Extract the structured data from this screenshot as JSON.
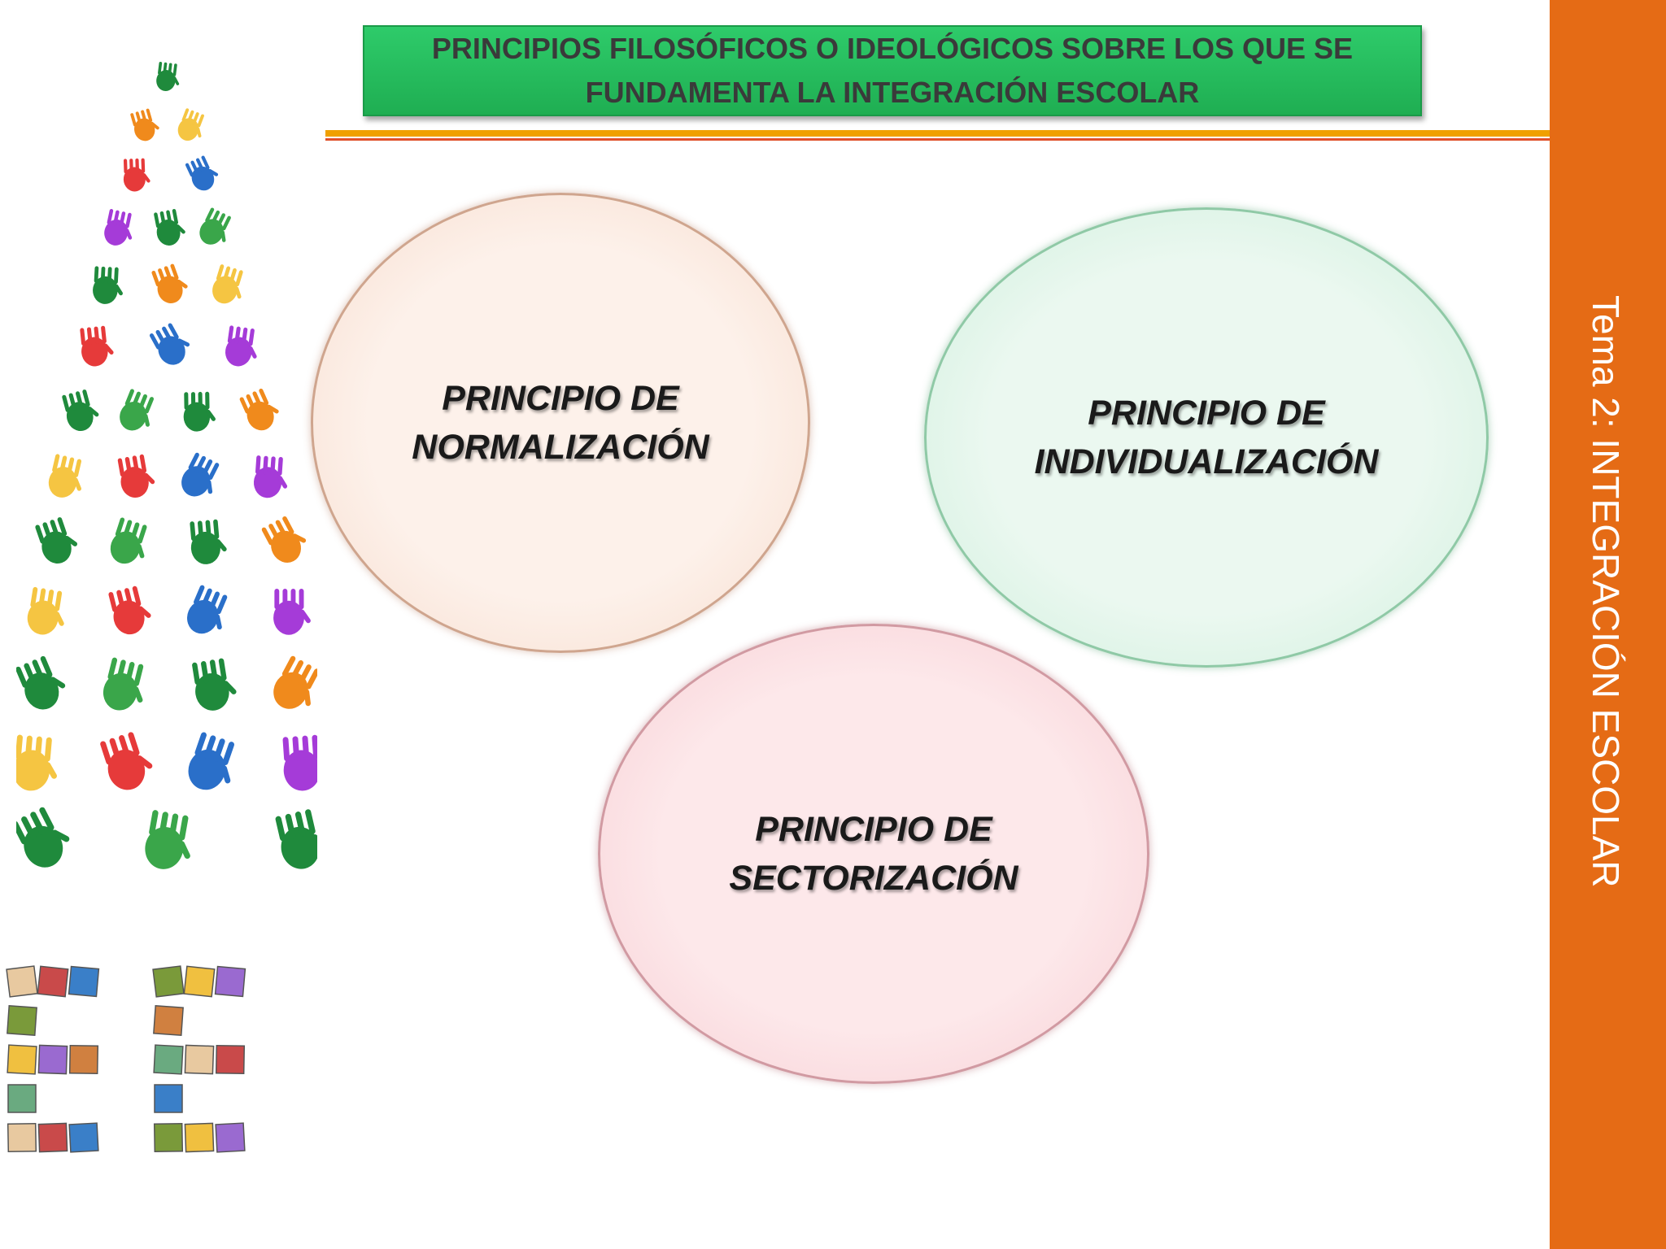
{
  "header": {
    "title_line1": "PRINCIPIOS FILOSÓFICOS O IDEOLÓGICOS SOBRE LOS QUE SE",
    "title_line2": "FUNDAMENTA LA INTEGRACIÓN ESCOLAR"
  },
  "sidebar": {
    "text": "Tema 2: INTEGRACIÓN ESCOLAR"
  },
  "principles": [
    {
      "line1": "PRINCIPIO DE",
      "line2": "NORMALIZACIÓN"
    },
    {
      "line1": "PRINCIPIO DE",
      "line2": "INDIVIDUALIZACIÓN"
    },
    {
      "line1": "PRINCIPIO DE",
      "line2": "SECTORIZACIÓN"
    }
  ],
  "colors": {
    "title_box": "#1fae52",
    "side_bar": "#e56b15",
    "stripe": "#f0a000",
    "normalization_fill": "#fdf1ea",
    "individualization_fill": "#ebf8f0",
    "sectorization_fill": "#fde8ea"
  },
  "decorations": [
    "handprint-tree-icon",
    "letter-blocks-icon"
  ]
}
